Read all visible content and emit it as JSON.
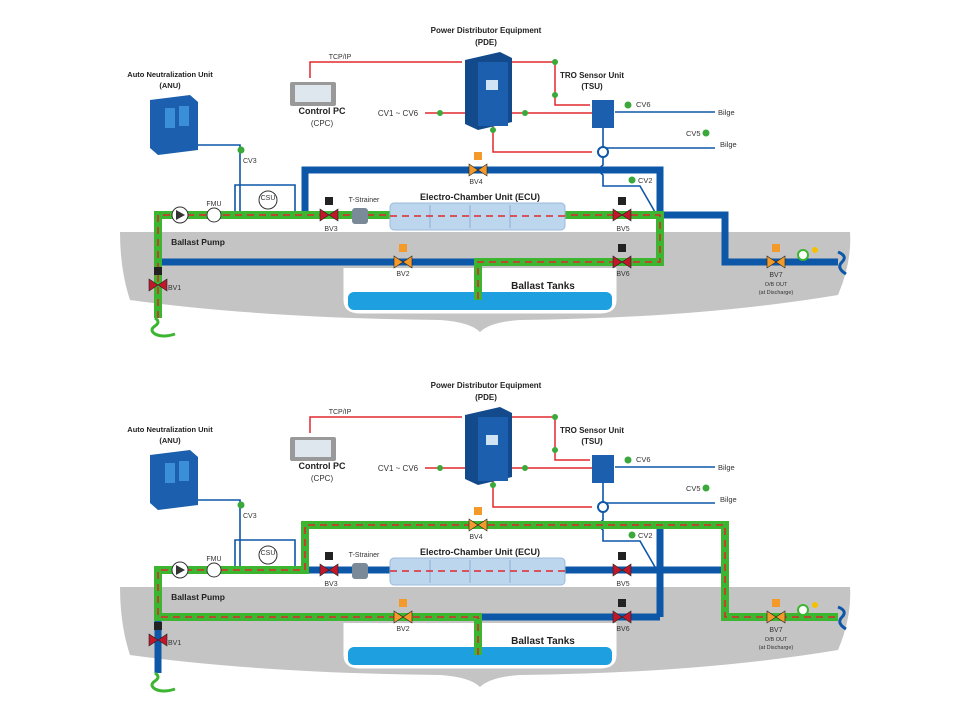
{
  "colors": {
    "pipe": "#0d57a8",
    "flow": "#3cb531",
    "signal": "#e0282d",
    "hull": "#c4c4c4",
    "valve_orange": "#f39a2b",
    "valve_red": "#c0182a",
    "node": "#3aa93a",
    "water": "#1e9fe0",
    "cabinet": "#1b5fae",
    "ecu": "#bcd6ee"
  },
  "panels": [
    {
      "mode": "ballasting",
      "labels": {
        "pde": "Power Distributor Equipment",
        "pde_abbr": "(PDE)",
        "anu": "Auto Neutralization Unit",
        "anu_abbr": "(ANU)",
        "tcpip": "TCP/IP",
        "cpc": "Control PC",
        "cpc_abbr": "(CPC)",
        "cv1_cv6": "CV1 ~ CV6",
        "tsu": "TRO Sensor Unit",
        "tsu_abbr": "(TSU)",
        "cv6": "CV6",
        "bilge1": "Bilge",
        "cv5": "CV5",
        "bilge2": "Bilge",
        "cv2": "CV2",
        "cv3": "CV3",
        "bv4": "BV4",
        "ecu": "Electro-Chamber Unit (ECU)",
        "tstrainer": "T-Strainer",
        "fmu": "FMU",
        "csu": "CSU",
        "bv3": "BV3",
        "bv5": "BV5",
        "pump": "Ballast Pump",
        "bv2": "BV2",
        "bv6": "BV6",
        "tanks": "Ballast Tanks",
        "bv1": "BV1",
        "bv7": "BV7",
        "ob_out": "O/B OUT",
        "at_discharge": "(at Discharge)"
      }
    },
    {
      "mode": "deballasting",
      "labels": {
        "pde": "Power Distributor Equipment",
        "pde_abbr": "(PDE)",
        "anu": "Auto Neutralization Unit",
        "anu_abbr": "(ANU)",
        "tcpip": "TCP/IP",
        "cpc": "Control PC",
        "cpc_abbr": "(CPC)",
        "cv1_cv6": "CV1 ~ CV6",
        "tsu": "TRO Sensor Unit",
        "tsu_abbr": "(TSU)",
        "cv6": "CV6",
        "bilge1": "Bilge",
        "cv5": "CV5",
        "bilge2": "Bilge",
        "cv2": "CV2",
        "cv3": "CV3",
        "bv4": "BV4",
        "ecu": "Electro-Chamber Unit (ECU)",
        "tstrainer": "T-Strainer",
        "fmu": "FMU",
        "csu": "CSU",
        "bv3": "BV3",
        "bv5": "BV5",
        "pump": "Ballast Pump",
        "bv2": "BV2",
        "bv6": "BV6",
        "tanks": "Ballast Tanks",
        "bv1": "BV1",
        "bv7": "BV7",
        "ob_out": "O/B OUT",
        "at_discharge": "(at Discharge)"
      }
    }
  ]
}
